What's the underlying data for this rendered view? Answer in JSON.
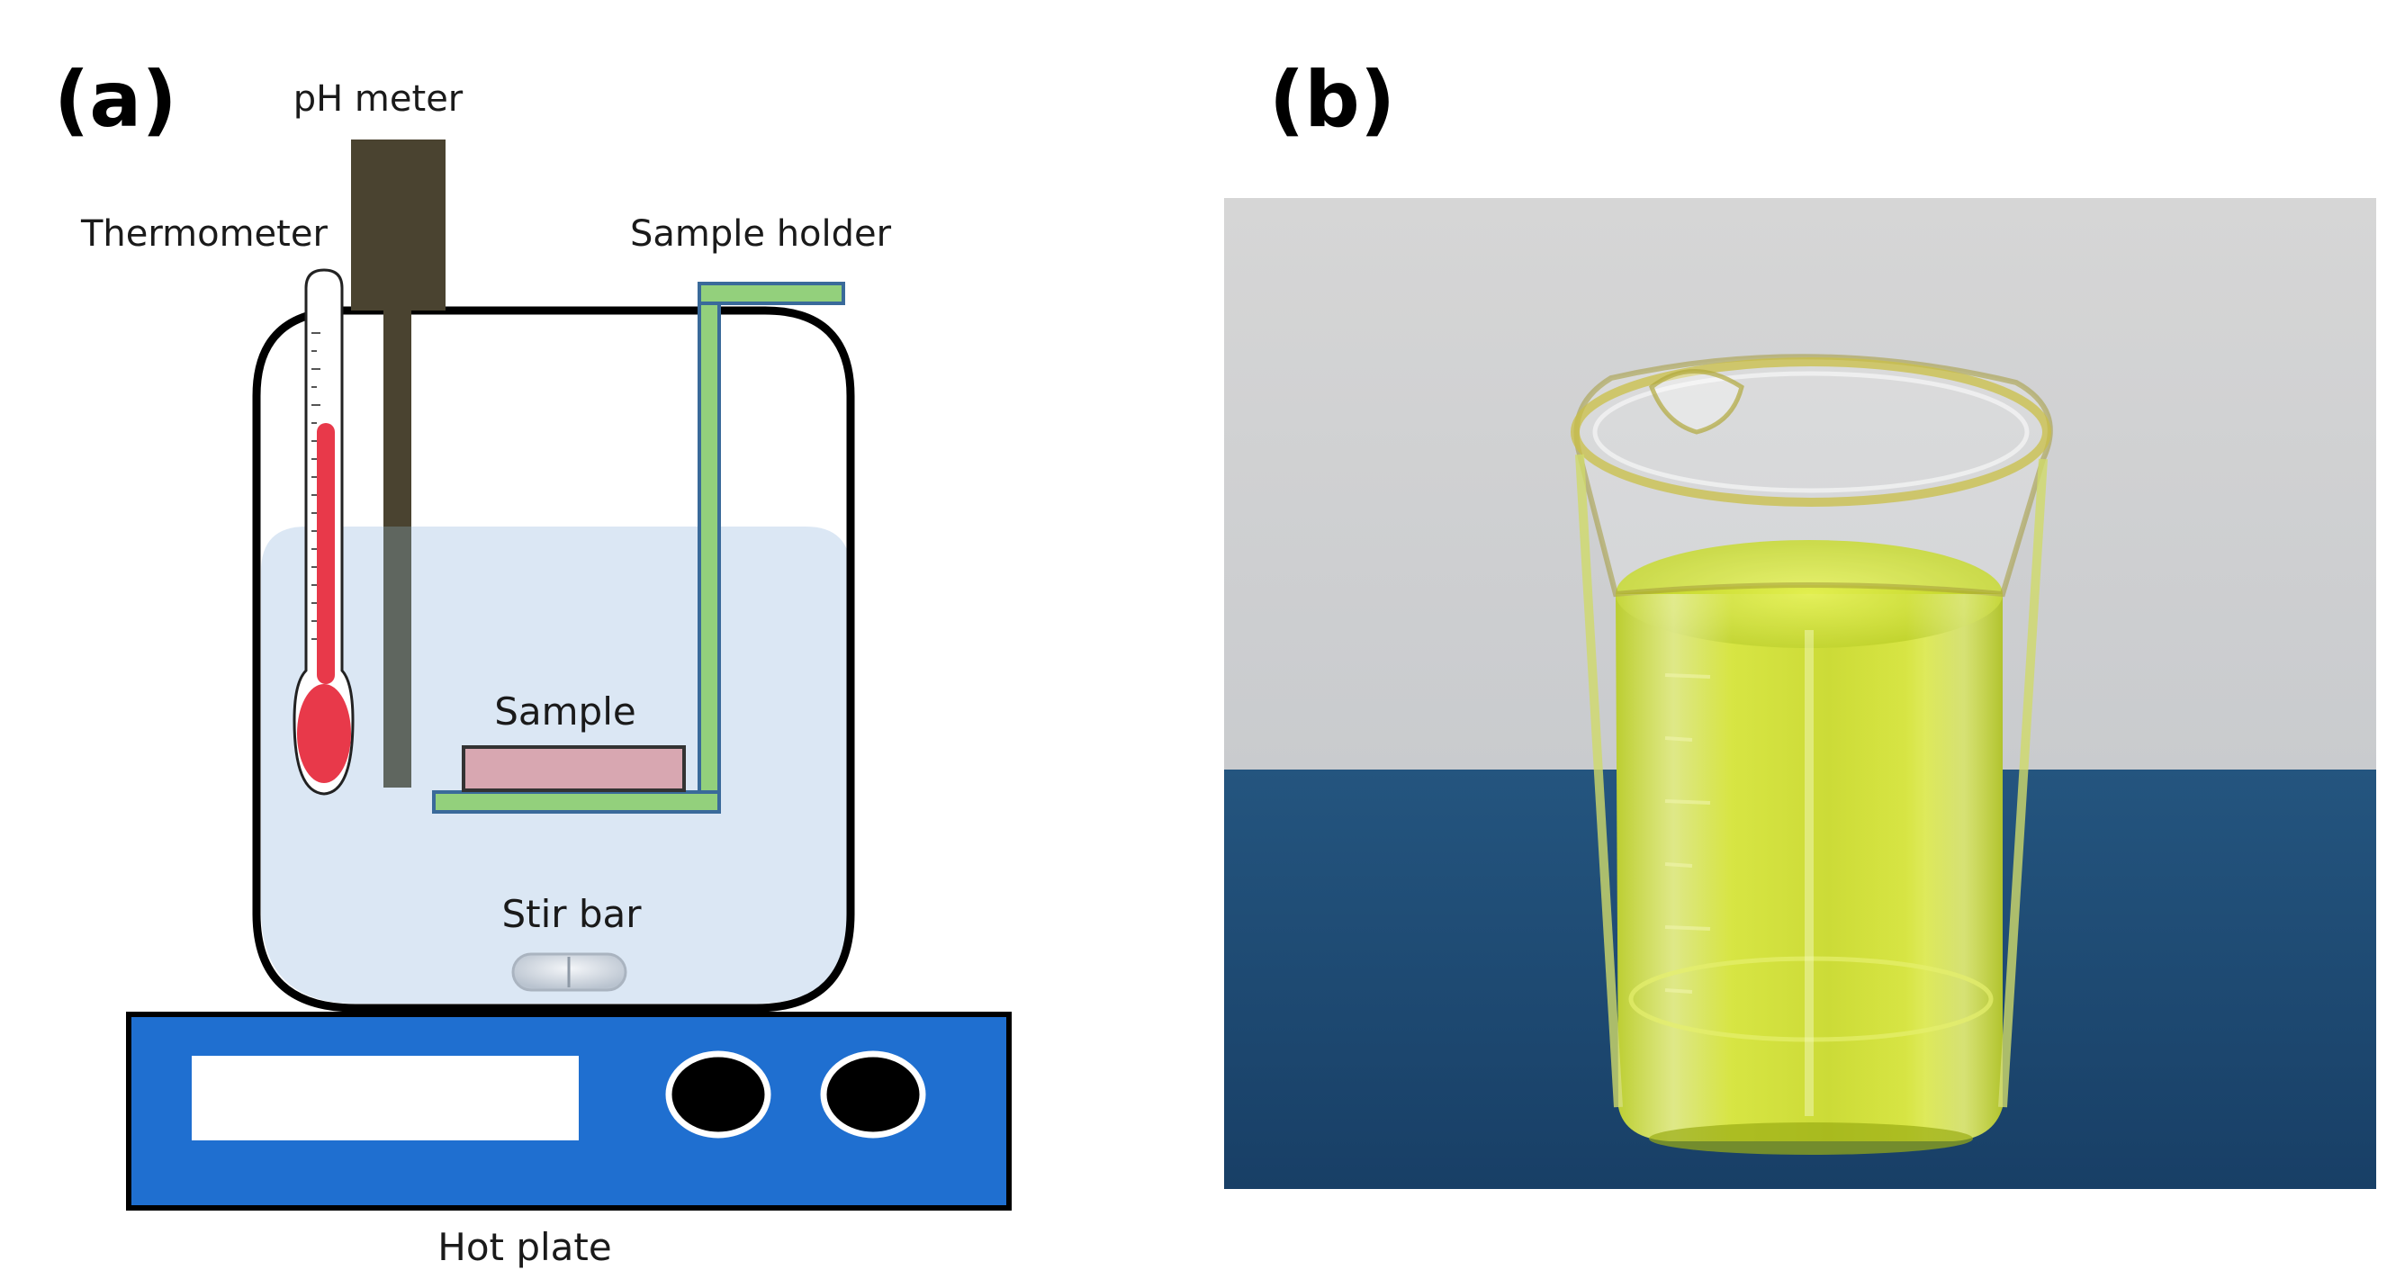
{
  "panels": {
    "a": {
      "label": "(a)",
      "labels": {
        "ph_meter": "pH meter",
        "thermometer": "Thermometer",
        "sample_holder": "Sample holder",
        "sample": "Sample",
        "stir_bar": "Stir bar",
        "hot_plate": "Hot plate"
      }
    },
    "b": {
      "label": "(b)"
    }
  },
  "colors": {
    "ph_probe": "#4a4330",
    "holder_fill": "#93d07c",
    "holder_edge": "#3a6a9a",
    "sample_fill": "#d8a7b1",
    "solution": "#dbe7f4",
    "thermo_red": "#e8394a",
    "hot_plate": "#1f6fd0",
    "wall": "#d3d3d3",
    "table": "#1d4f7c",
    "liquid": "#c7d92a"
  },
  "icons": {
    "thermometer": "thermometer-icon",
    "stir_bar": "stir-bar-icon",
    "hot_plate": "hot-plate-icon"
  }
}
